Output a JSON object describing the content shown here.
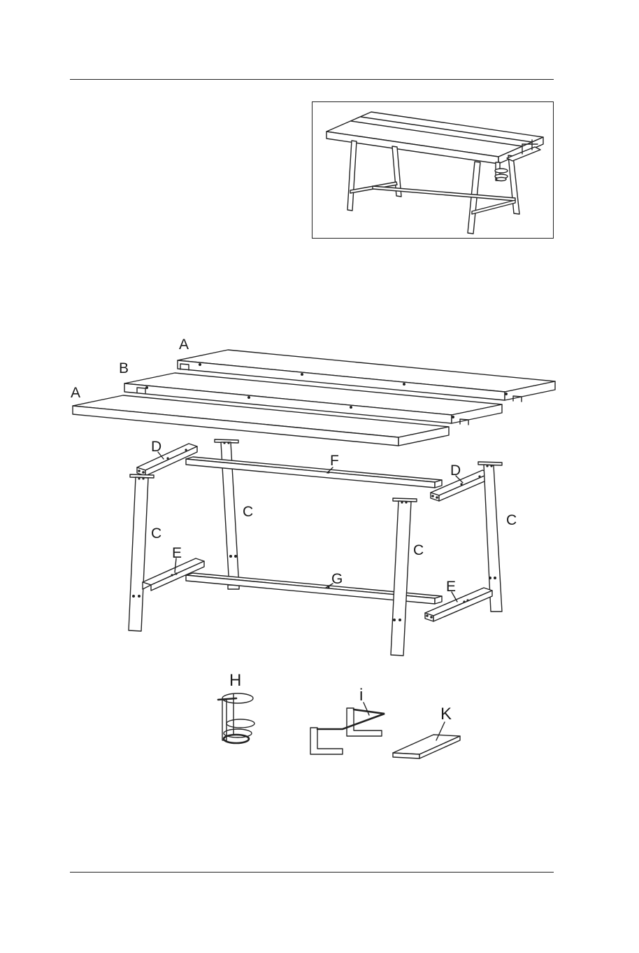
{
  "labels": {
    "A_top": "A",
    "B": "B",
    "A_front": "A",
    "D_left": "D",
    "D_right": "D",
    "F": "F",
    "G": "G",
    "C_left_front": "C",
    "C_left_back": "C",
    "C_right_front": "C",
    "C_right_back": "C",
    "E_left": "E",
    "E_right": "E",
    "H": "H",
    "i": "i",
    "K": "K"
  }
}
